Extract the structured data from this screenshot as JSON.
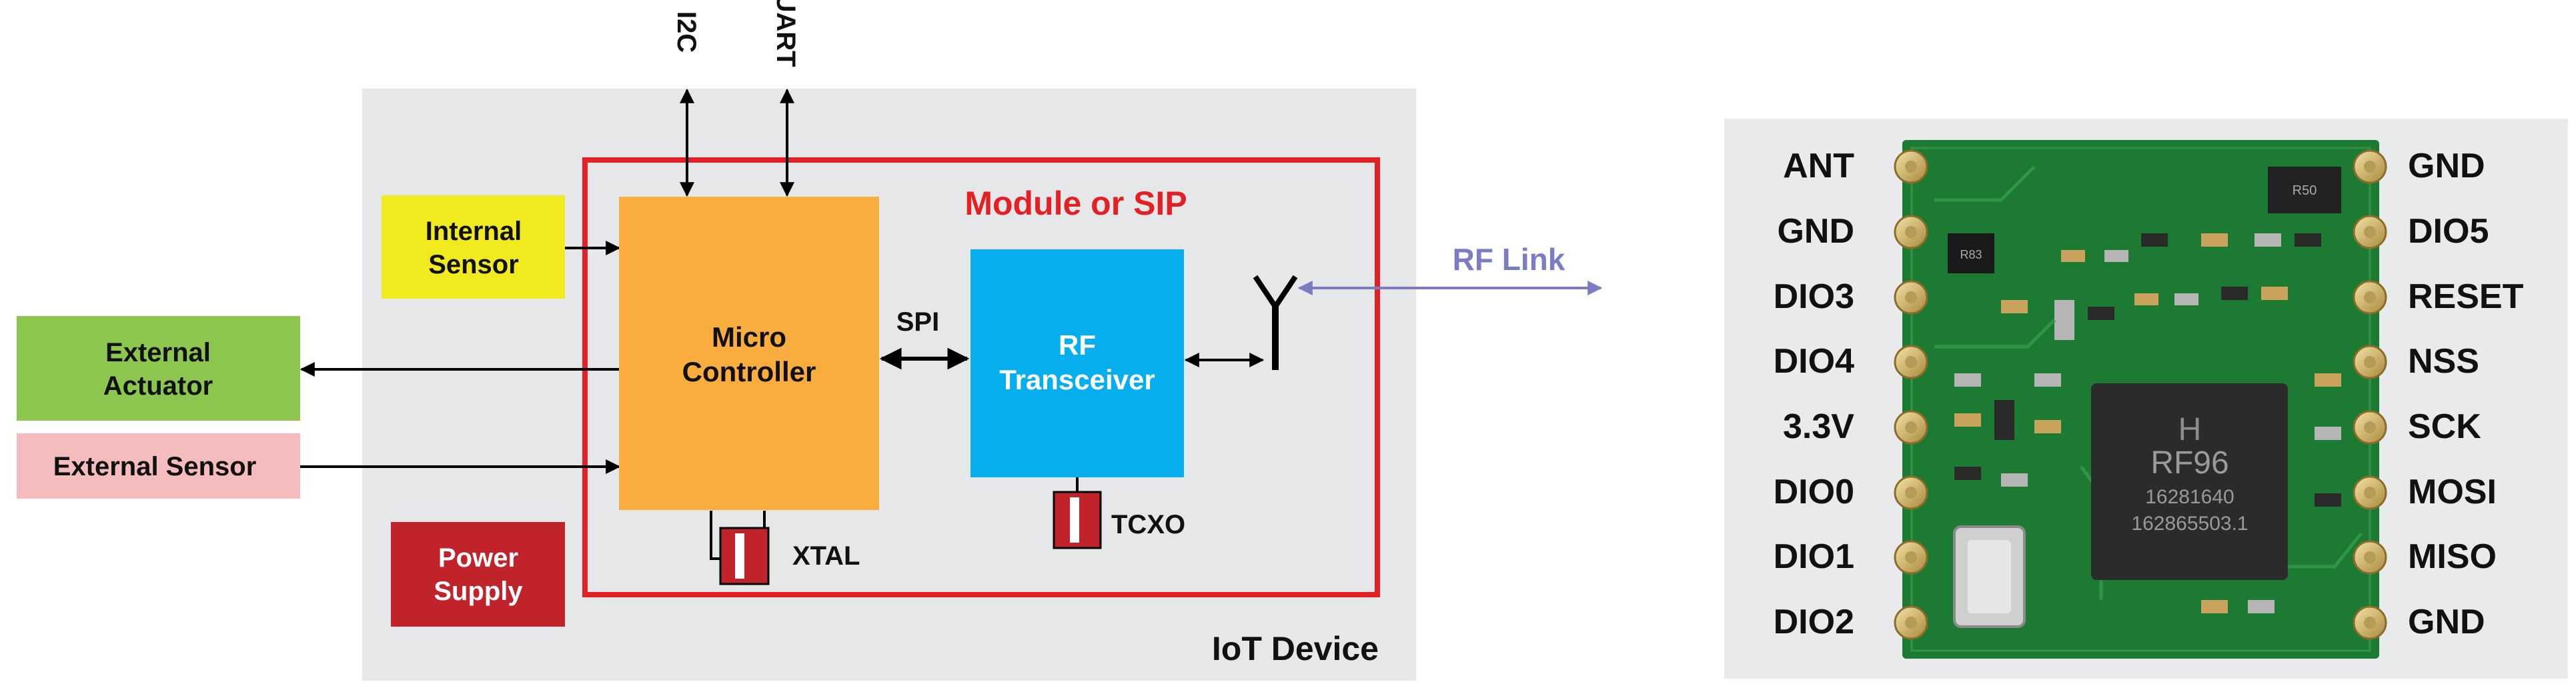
{
  "diagram": {
    "signals": {
      "i2c": "I2C",
      "uart": "UART",
      "spi": "SPI"
    },
    "iot_device_label": "IoT Device",
    "module_label": "Module or SIP",
    "rf_link_label": "RF Link",
    "blocks": {
      "internal_sensor": [
        "Internal",
        "Sensor"
      ],
      "external_actuator": [
        "External",
        "Actuator"
      ],
      "external_sensor": "External Sensor",
      "power_supply": [
        "Power",
        "Supply"
      ],
      "micro_controller": [
        "Micro",
        "Controller"
      ],
      "rf_transceiver": [
        "RF",
        "Transceiver"
      ]
    },
    "xtal_label": "XTAL",
    "tcxo_label": "TCXO",
    "colors": {
      "iot_bg": "#e6e7e9",
      "module_border": "#e32124",
      "internal_sensor": "#f1ea1f",
      "external_actuator": "#8dc64f",
      "external_sensor": "#f4bcbc",
      "power_supply": "#c0232a",
      "micro_controller": "#f8ad3e",
      "rf_transceiver": "#06aeed",
      "rf_link": "#7b7cc3"
    }
  },
  "module_photo": {
    "chip_text": [
      "RF96",
      "16281640",
      "162865503.1"
    ],
    "small_marks": [
      "R83",
      "R50"
    ],
    "pins_left": [
      "ANT",
      "GND",
      "DIO3",
      "DIO4",
      "3.3V",
      "DIO0",
      "DIO1",
      "DIO2"
    ],
    "pins_right": [
      "GND",
      "DIO5",
      "RESET",
      "NSS",
      "SCK",
      "MOSI",
      "MISO",
      "GND"
    ]
  }
}
